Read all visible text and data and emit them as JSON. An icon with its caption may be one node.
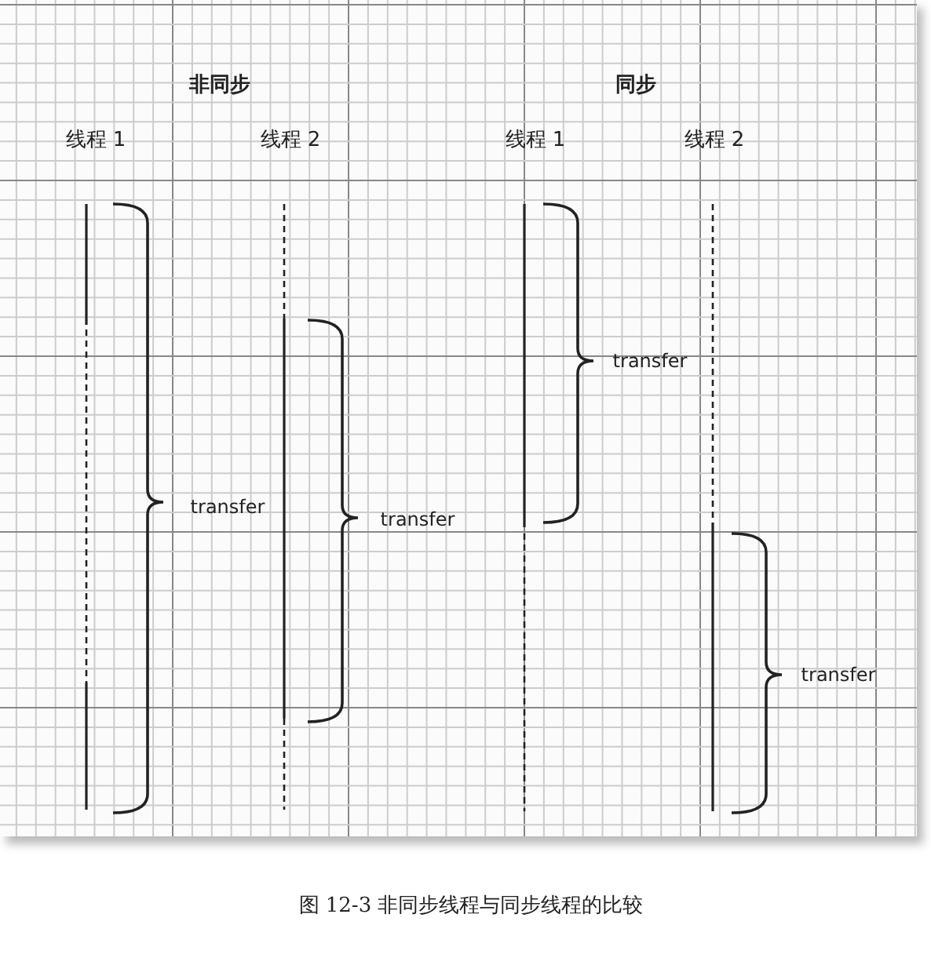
{
  "diagram": {
    "caption": "图 12-3 非同步线程与同步线程的比较",
    "labels": [
      "非同步",
      "同步",
      "线程 1",
      "线程 2",
      "线程 1",
      "线程 2",
      "transfer",
      "transfer",
      "transfer",
      "transfer"
    ]
  }
}
